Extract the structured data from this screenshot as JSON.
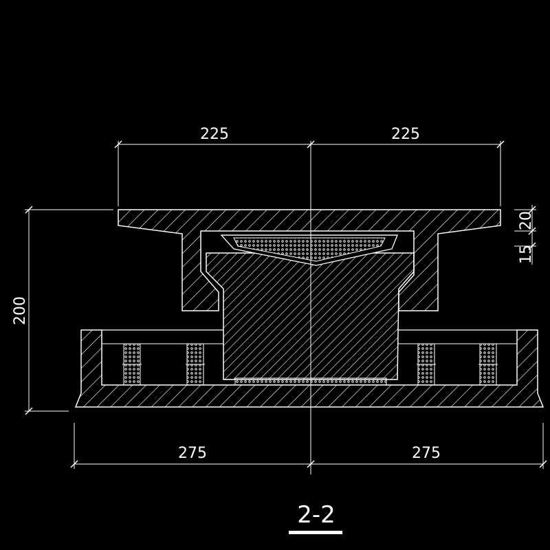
{
  "section_label": "2-2",
  "dimensions": {
    "top_left_width": "225",
    "top_right_width": "225",
    "bottom_left_width": "275",
    "bottom_right_width": "275",
    "total_height": "200",
    "top_plate_thickness": "20",
    "recess_depth": "15"
  },
  "colors": {
    "background": "#000000",
    "line": "#ffffff",
    "hatch": "#ffffff"
  }
}
